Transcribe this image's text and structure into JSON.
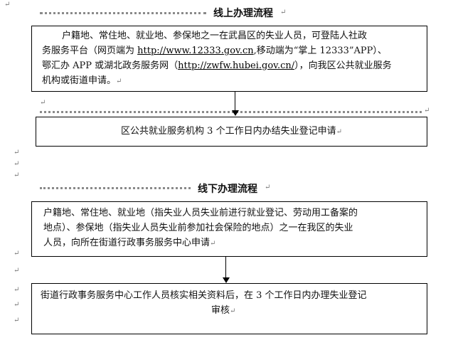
{
  "doc": {
    "paragraph_mark": "↵",
    "online": {
      "title": "线上办理流程",
      "box1": {
        "line1": "户籍地、常住地、就业地、参保地之一在武昌区的失业人员，可登陆人社政",
        "line2_pre": "务服务平台（网页端为 ",
        "line2_link": "http://www.12333.gov.cn",
        "line2_post": ",移动端为“掌上 12333”APP）、",
        "line3_pre": "鄂汇办 APP 或湖北政务服务网（",
        "line3_link": "http://zwfw.hubei.gov.cn/",
        "line3_post": "），向我区公共就业服务",
        "line4": "机构或街道申请。"
      },
      "box2": {
        "text": "区公共就业服务机构 3 个工作日内办结失业登记申请"
      }
    },
    "offline": {
      "title": "线下办理流程",
      "box1": {
        "line1": "户籍地、常住地、就业地（指失业人员失业前进行就业登记、劳动用工备案的",
        "line2": "地点）、参保地（指失业人员失业前参加社会保险的地点）之一在我区的失业",
        "line3": "人员，向所在街道行政事务服务中心申请"
      },
      "box2": {
        "line1": "街道行政事务服务中心工作人员核实相关资料后，在 3 个工作日内办理失业登记",
        "line2": "审核"
      }
    }
  }
}
